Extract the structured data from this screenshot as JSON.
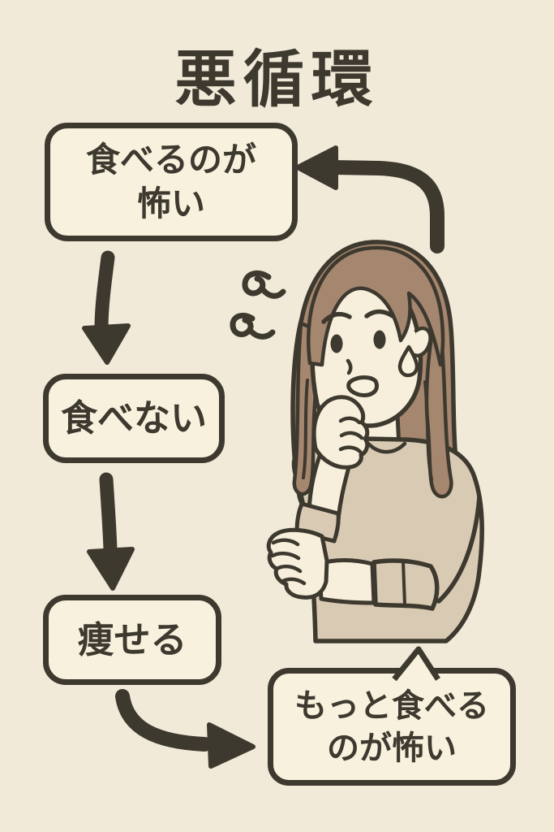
{
  "colors": {
    "background": "#f2ead8",
    "panel": "#f8f1de",
    "ink": "#3d392f",
    "hair": "#a5866e",
    "skin": "#f7efdb",
    "shirt": "#d9cab3"
  },
  "title": "悪循環",
  "flow": {
    "box_fear_of_eating": {
      "line1": "食べるのが",
      "line2": "怖い"
    },
    "box_dont_eat": {
      "label": "食べない"
    },
    "box_lose_weight": {
      "label": "痩せる"
    },
    "speech_bubble": {
      "line1": "もっと食べる",
      "line2": "のが怖い"
    }
  },
  "icons": {
    "cycle_return_arrow": "curved-arrow-left-icon",
    "down_arrow_1": "down-arrow-icon",
    "down_arrow_2": "down-arrow-icon",
    "to_bubble_arrow": "curved-arrow-right-icon",
    "confusion_marks": "confusion-squiggles-icon",
    "character": "worried-woman-illustration"
  }
}
